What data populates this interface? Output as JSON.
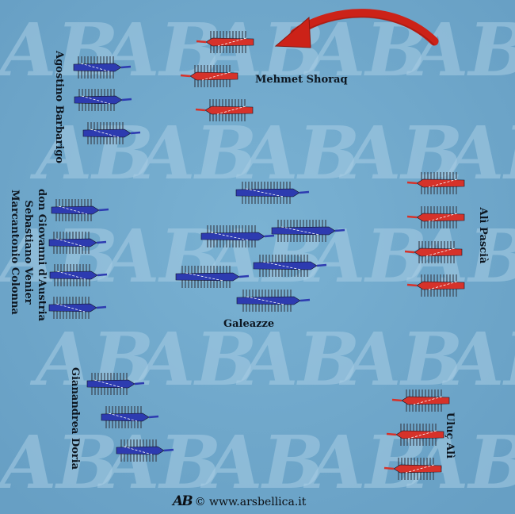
{
  "colors": {
    "sea": "#6fa8cc",
    "watermark": "#a8cde4",
    "christian_fleet": "#2d3bb0",
    "ottoman_fleet": "#d6322a",
    "oars": "#3a4452",
    "arrow": "#cc2218"
  },
  "watermark_text": "AB",
  "labels": {
    "barbarigo": "Agostino Barbarigo",
    "center_1": "don Giovanni d'Austria",
    "center_2": "Sebastiano Venier",
    "center_3": "Marcantonio Colonna",
    "doria": "Gianandrea Doria",
    "galeazze": "Galeazze",
    "shoraq": "Mehmet Shoraq",
    "ali": "Alì Pascià",
    "uluc": "Uluç Alì"
  },
  "icons": {
    "advance_arrow": "curved-arrow-icon",
    "logo": "ab-logo-icon"
  },
  "credit": {
    "logo": "AB",
    "text": "© www.arsbellica.it"
  }
}
